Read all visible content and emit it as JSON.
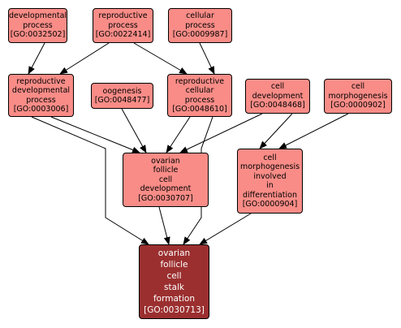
{
  "nodes": [
    {
      "id": "GO:0032502",
      "lines": [
        "developmental",
        "process",
        "[GO:0032502]"
      ]
    },
    {
      "id": "GO:0022414",
      "lines": [
        "reproductive",
        "process",
        "[GO:0022414]"
      ]
    },
    {
      "id": "GO:0009987",
      "lines": [
        "cellular",
        "process",
        "[GO:0009987]"
      ]
    },
    {
      "id": "GO:0003006",
      "lines": [
        "reproductive",
        "developmental",
        "process",
        "[GO:0003006]"
      ]
    },
    {
      "id": "GO:0048477",
      "lines": [
        "oogenesis",
        "[GO:0048477]"
      ]
    },
    {
      "id": "GO:0048610",
      "lines": [
        "reproductive",
        "cellular",
        "process",
        "[GO:0048610]"
      ]
    },
    {
      "id": "GO:0048468",
      "lines": [
        "cell",
        "development",
        "[GO:0048468]"
      ]
    },
    {
      "id": "GO:0000902",
      "lines": [
        "cell",
        "morphogenesis",
        "[GO:0000902]"
      ]
    },
    {
      "id": "GO:0030707",
      "lines": [
        "ovarian",
        "follicle",
        "cell",
        "development",
        "[GO:0030707]"
      ]
    },
    {
      "id": "GO:0000904",
      "lines": [
        "cell",
        "morphogenesis",
        "involved",
        "in",
        "differentiation",
        "[GO:0000904]"
      ]
    },
    {
      "id": "GO:0030713",
      "lines": [
        "ovarian",
        "follicle",
        "cell",
        "stalk",
        "formation",
        "[GO:0030713]"
      ],
      "highlight": true
    }
  ],
  "edges": [
    {
      "from": "GO:0032502",
      "to": "GO:0003006"
    },
    {
      "from": "GO:0022414",
      "to": "GO:0003006"
    },
    {
      "from": "GO:0022414",
      "to": "GO:0048610"
    },
    {
      "from": "GO:0009987",
      "to": "GO:0048610"
    },
    {
      "from": "GO:0003006",
      "to": "GO:0030707"
    },
    {
      "from": "GO:0048477",
      "to": "GO:0030707"
    },
    {
      "from": "GO:0048610",
      "to": "GO:0030707"
    },
    {
      "from": "GO:0048468",
      "to": "GO:0030707"
    },
    {
      "from": "GO:0048468",
      "to": "GO:0000904"
    },
    {
      "from": "GO:0000902",
      "to": "GO:0000904"
    },
    {
      "from": "GO:0003006",
      "to": "GO:0030713"
    },
    {
      "from": "GO:0048610",
      "to": "GO:0030713"
    },
    {
      "from": "GO:0030707",
      "to": "GO:0030713"
    },
    {
      "from": "GO:0000904",
      "to": "GO:0030713"
    }
  ],
  "colors": {
    "node_fill": "#f98c87",
    "highlight_fill": "#9b2f2f",
    "highlight_text": "#ffffff",
    "border": "#000000",
    "edge": "#000000"
  }
}
